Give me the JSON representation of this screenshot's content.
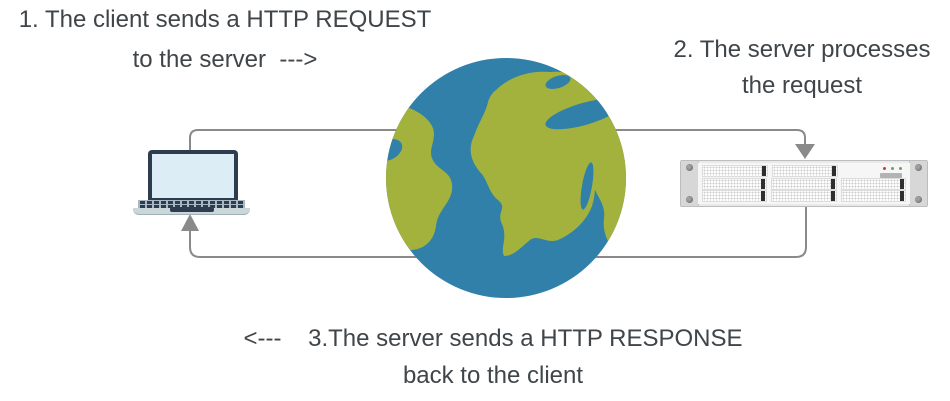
{
  "steps": {
    "step1": {
      "line1": "1. The client sends a HTTP REQUEST",
      "line2": "to the server  --->"
    },
    "step2": {
      "line1": "2. The server processes",
      "line2": "the request"
    },
    "step3": {
      "line1": "<---    3.The server sends a HTTP RESPONSE",
      "line2": "back to the client"
    }
  },
  "icons": {
    "client": "laptop-icon",
    "internet": "globe-icon",
    "server": "server-rack-icon",
    "request_arrow": "arrow-down-icon",
    "response_arrow": "arrow-up-icon"
  },
  "colors": {
    "text": "#3f4549",
    "line": "#8a8a8a",
    "ocean": "#3180aa",
    "land": "#a3b23d",
    "laptop-dark": "#2d3d4f",
    "laptop-screen": "#dcedf5",
    "laptop-deck": "#a9b8c2",
    "laptop-base": "#cbd6db",
    "server-chassis": "#e9e9e9",
    "server-ear": "#d7d7d7",
    "server-face": "#f6f6f6",
    "server-handle": "#2f2f2f",
    "server-screw": "#757575",
    "server-button": "#b3b3b3",
    "bay-dot": "#cdcdcd",
    "led-red": "#cc4125",
    "led-green": "#6aa84f"
  }
}
